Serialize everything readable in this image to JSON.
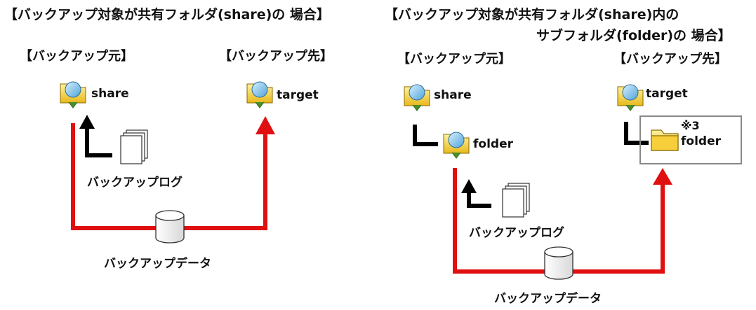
{
  "left_panel": {
    "title": "【バックアップ対象が共有フォルダ(share)の 場合】",
    "source_header": "【バックアップ元】",
    "dest_header": "【バックアップ先】",
    "source_share": "share",
    "dest_target": "target",
    "log_label": "バックアップログ",
    "data_label": "バックアップデータ"
  },
  "right_panel": {
    "title_line1": "【バックアップ対象が共有フォルダ(share)内の",
    "title_line2": "サブフォルダ(folder)の 場合】",
    "source_header": "【バックアップ元】",
    "dest_header": "【バックアップ先】",
    "source_share": "share",
    "source_folder": "folder",
    "dest_target": "target",
    "dest_folder": "folder",
    "note_mark": "※3",
    "log_label": "バックアップログ",
    "data_label": "バックアップデータ"
  },
  "colors": {
    "arrow_red": "#e01010",
    "connector_black": "#000000"
  }
}
